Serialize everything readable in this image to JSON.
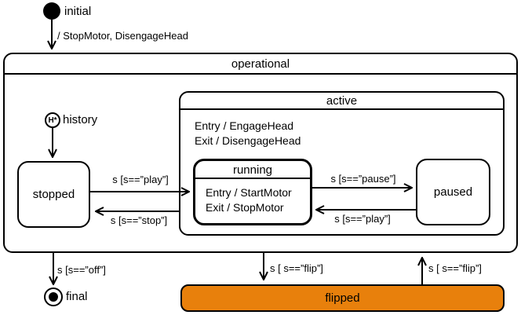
{
  "states": {
    "initial": {
      "label": "initial"
    },
    "history": {
      "label": "history",
      "symbol": "H*"
    },
    "operational": {
      "label": "operational"
    },
    "stopped": {
      "label": "stopped"
    },
    "active": {
      "label": "active",
      "entry": "Entry / EngageHead",
      "exit": "Exit / DisengageHead"
    },
    "running": {
      "label": "running",
      "entry": "Entry / StartMotor",
      "exit": "Exit / StopMotor"
    },
    "paused": {
      "label": "paused"
    },
    "flipped": {
      "label": "flipped"
    },
    "final": {
      "label": "final"
    }
  },
  "transitions": {
    "initial_to_operational": "/ StopMotor, DisengageHead",
    "stopped_to_running": "s [s==”play”]",
    "active_to_stopped": "s [s==”stop”]",
    "running_to_paused": "s [s==”pause”]",
    "paused_to_running": "s [s==”play”]",
    "operational_to_final": "s [s==”off”]",
    "operational_to_flipped": "s [ s==”flip”]",
    "flipped_to_operational": "s [ s==”flip”]"
  },
  "colors": {
    "stroke": "#000000",
    "state_fill": "#ffffff",
    "flipped_fill": "#e8800c"
  }
}
